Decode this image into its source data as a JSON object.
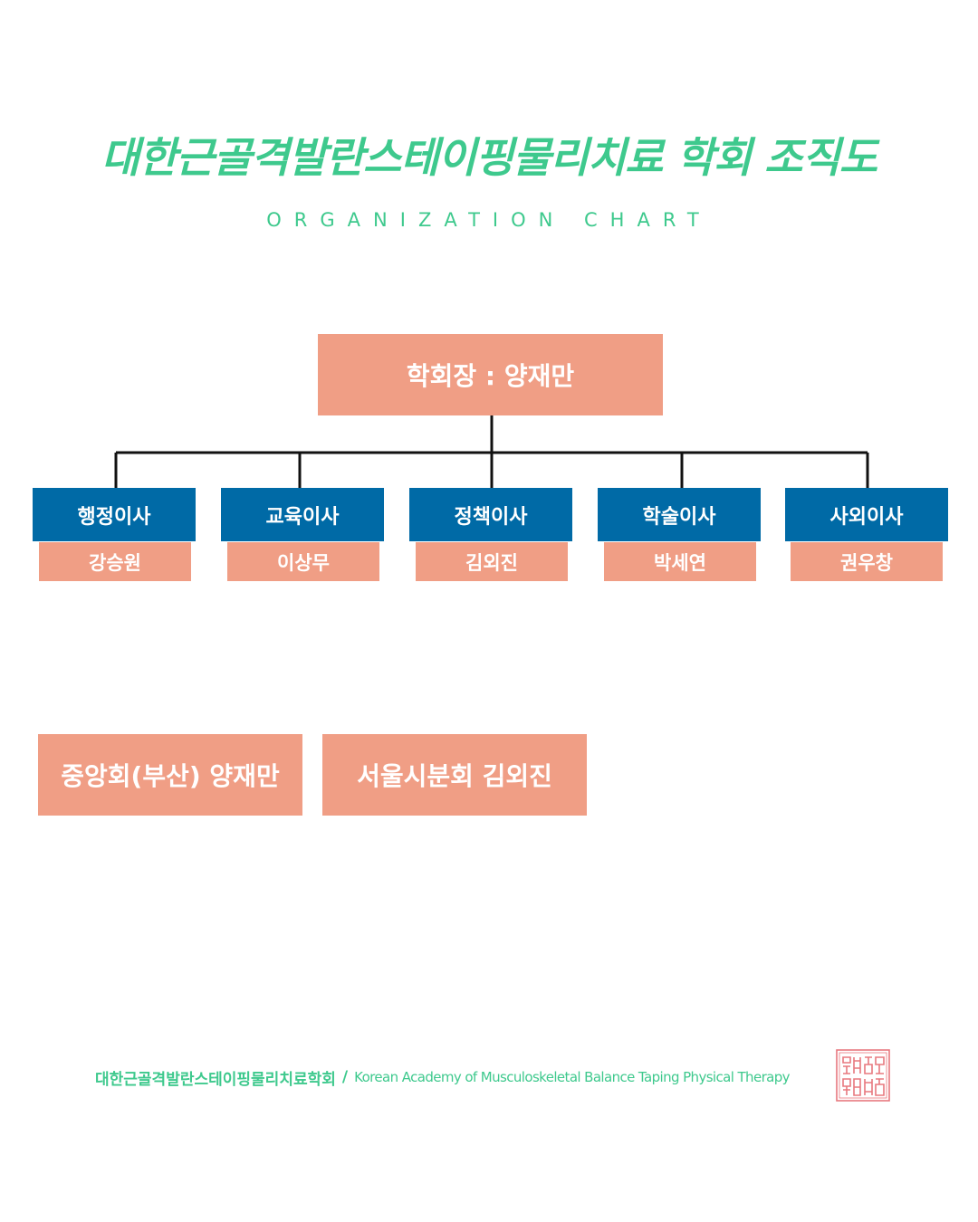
{
  "header": {
    "title": "대한근골격발란스테이핑물리치료 학회 조직도",
    "subtitle": "ORGANIZATION CHART"
  },
  "president": {
    "label": "학회장 : 양재만"
  },
  "directors": [
    {
      "title": "행정이사",
      "name": "강승원"
    },
    {
      "title": "교육이사",
      "name": "이상무"
    },
    {
      "title": "정책이사",
      "name": "김외진"
    },
    {
      "title": "학술이사",
      "name": "박세연"
    },
    {
      "title": "사외이사",
      "name": "권우창"
    }
  ],
  "branches": [
    {
      "label": "중앙회(부산) 양재만"
    },
    {
      "label": "서울시분회 김외진"
    }
  ],
  "footer": {
    "korean_name": "대한근골격발란스테이핑물리치료학회",
    "separator": "/",
    "english_name": "Korean Academy of Musculoskeletal Balance Taping Physical Therapy"
  },
  "colors": {
    "accent_green": "#3ec98d",
    "salmon": "#f09e85",
    "blue": "#006aa6",
    "seal_red": "#e8787e"
  },
  "icons": {
    "seal": "academy-seal-icon"
  }
}
